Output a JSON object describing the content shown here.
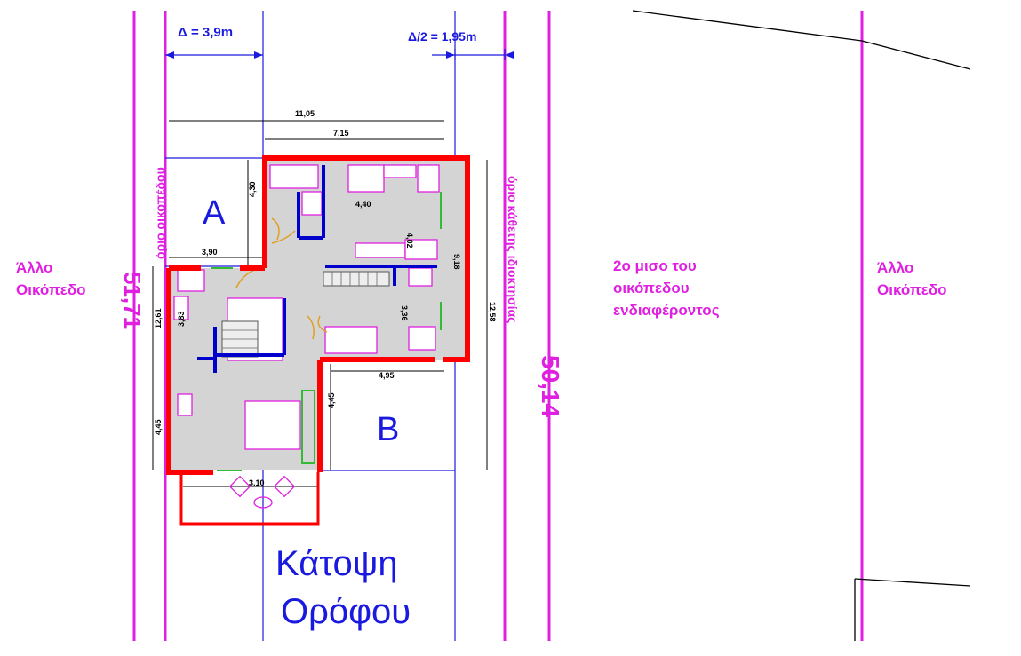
{
  "title": {
    "line1": "Κάτοψη",
    "line2": "Ορόφου"
  },
  "labels": {
    "left_plot": [
      "Άλλο",
      "Οικόπεδο"
    ],
    "right_plot": [
      "Άλλο",
      "Οικόπεδο"
    ],
    "half_plot": [
      "2ο μισο του",
      "οικόπεδου",
      "ενδιαφέροντος"
    ],
    "plot_boundary": "όριο οικοπέδου",
    "ownership_boundary": "όριο κάθετης ιδιοκτησίας",
    "length_left": "51,71",
    "length_right": "50,14",
    "area_a": "A",
    "area_b": "B"
  },
  "dimensions": {
    "delta": "Δ = 3,9m",
    "delta_half": "Δ/2 = 1,95m",
    "overall_width": "11,05",
    "upper_width": "7,15",
    "a_height": "4,30",
    "a_width": "3,90",
    "room_width": "4,40",
    "room_height": "4,02",
    "right_height": "9,18",
    "overall_height": "12,58",
    "mid_height": "3,36",
    "bottom_width": "4,95",
    "b_height": "4,45",
    "left_height_total": "12,61",
    "left_mid": "3,83",
    "left_bottom": "4,45",
    "balcony_width": "3,10"
  },
  "colors": {
    "magenta": "#e020e0",
    "blue": "#1a1adf",
    "red": "#ff0000",
    "floor": "#d4d4d4",
    "wall_blue": "#0000cc",
    "green": "#33bb33"
  }
}
